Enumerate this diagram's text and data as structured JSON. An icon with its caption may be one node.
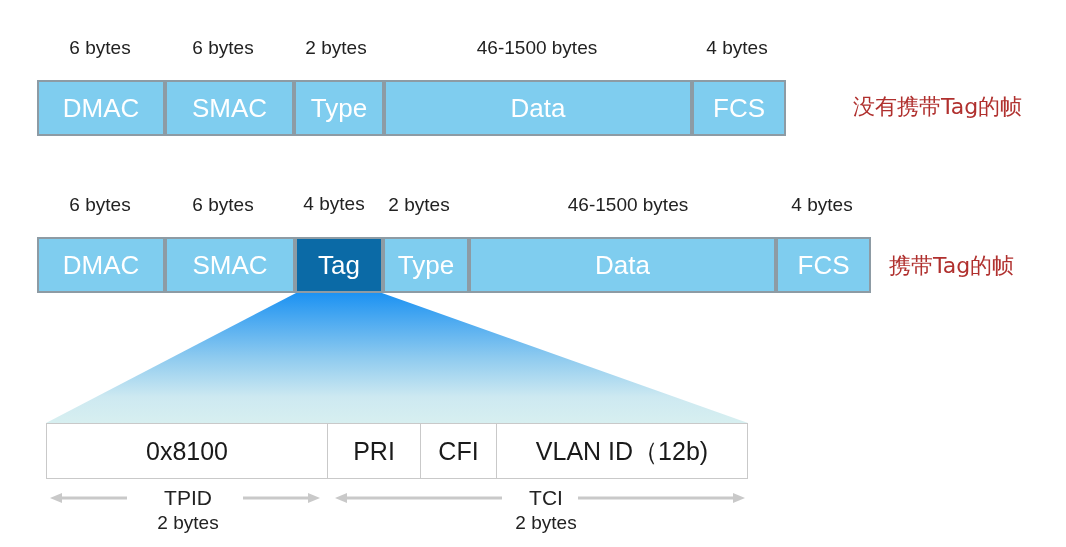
{
  "diagram": {
    "nodes": [
      {
        "text": [
          "DMAC"
        ],
        "beside": [
          "6 bytes"
        ]
      },
      {
        "text": [
          "SMAC"
        ],
        "beside": [
          "6 bytes"
        ]
      },
      {
        "text": [
          "Type"
        ],
        "beside": [
          "2 bytes"
        ]
      },
      {
        "text": [
          "Data"
        ],
        "beside": [
          "46-1500 bytes"
        ]
      },
      {
        "text": [
          "FCS"
        ],
        "beside": [
          "4 bytes"
        ]
      },
      {
        "text": [
          "DMAC"
        ],
        "beside": [
          "6 bytes"
        ]
      },
      {
        "text": [
          "SMAC"
        ],
        "beside": [
          "6 bytes"
        ]
      },
      {
        "text": [
          "Tag"
        ],
        "beside": [
          "4 bytes"
        ]
      },
      {
        "text": [
          "Type"
        ],
        "beside": [
          "2 bytes"
        ]
      },
      {
        "text": [
          "Data"
        ],
        "beside": [
          "46-1500 bytes"
        ]
      },
      {
        "text": [
          "FCS"
        ],
        "beside": [
          "4 bytes"
        ]
      },
      {
        "text": [],
        "shape": "trapezoid"
      },
      {
        "text": [
          "0x8100"
        ]
      },
      {
        "text": [
          "PRI"
        ]
      },
      {
        "text": [
          "CFI"
        ]
      },
      {
        "text": [
          "VLAN ID（12b)"
        ]
      }
    ],
    "labels": [
      "没有携带Tag的帧",
      "携带Tag的帧",
      "TPID",
      "2 bytes",
      "TCI",
      "2 bytes"
    ]
  }
}
